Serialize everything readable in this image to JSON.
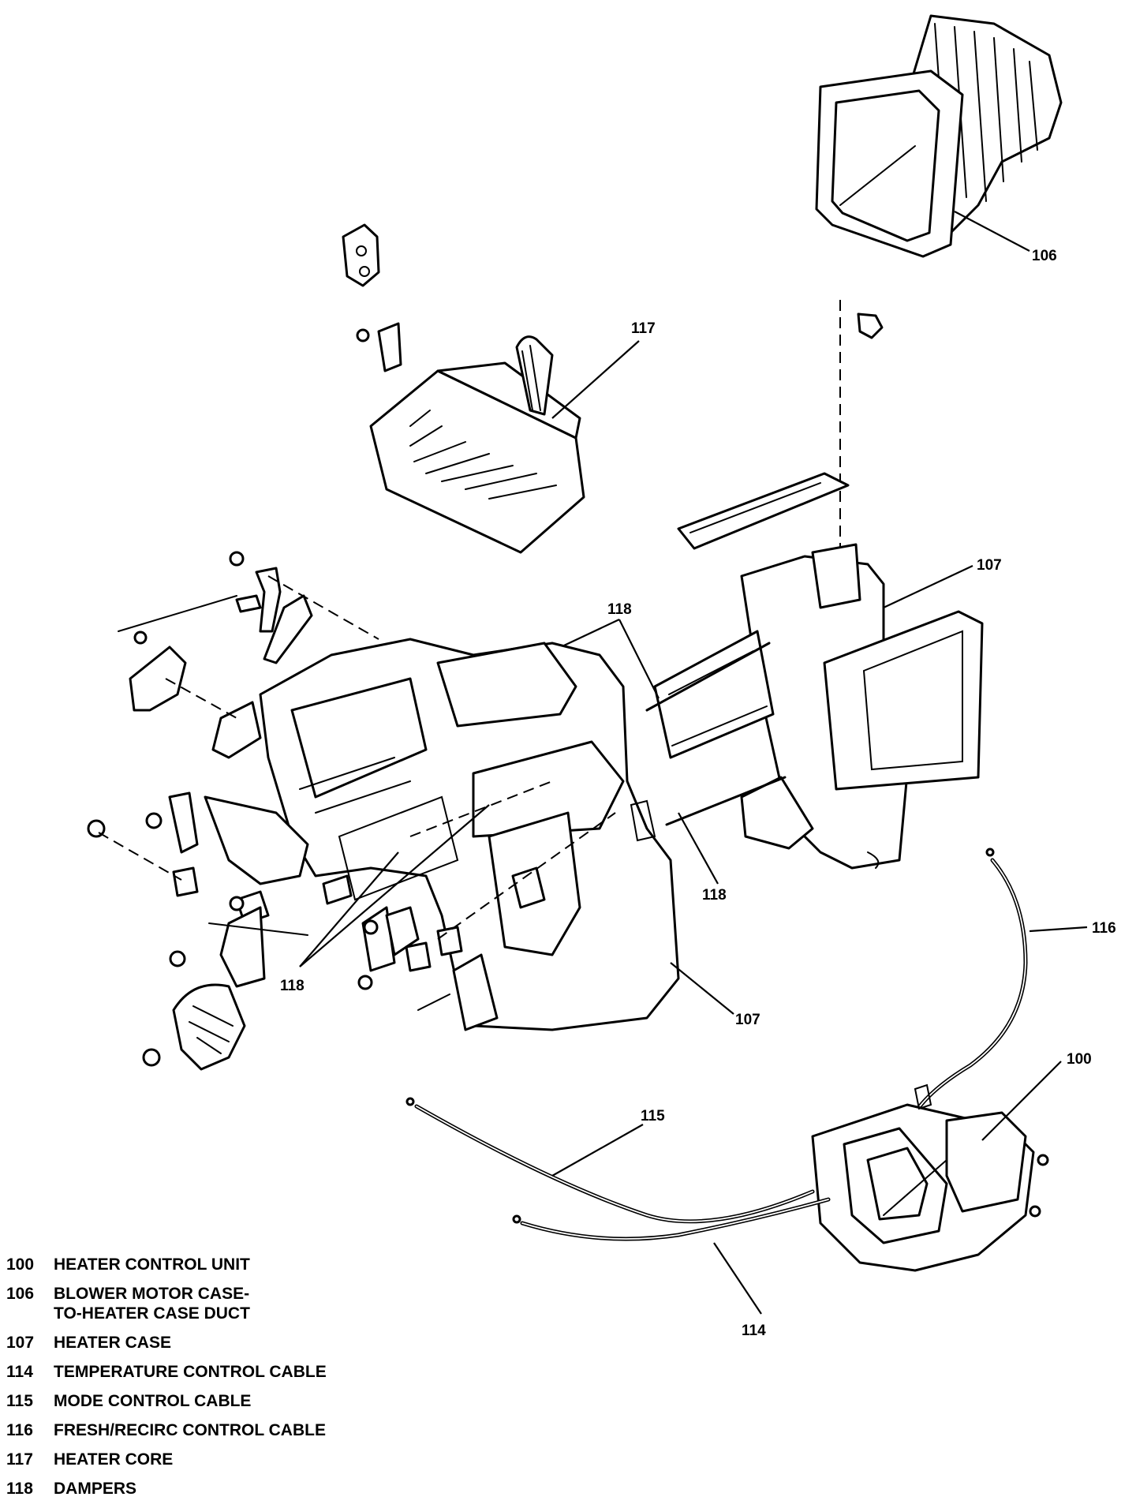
{
  "callouts": {
    "c106": "106",
    "c117": "117",
    "c107a": "107",
    "c107b": "107",
    "c118a": "118",
    "c118b": "118",
    "c118c": "118",
    "c116": "116",
    "c100": "100",
    "c115": "115",
    "c114": "114"
  },
  "legend": [
    {
      "num": "100",
      "label": "HEATER CONTROL UNIT"
    },
    {
      "num": "106",
      "label": "BLOWER MOTOR CASE-\nTO-HEATER CASE DUCT"
    },
    {
      "num": "107",
      "label": "HEATER CASE"
    },
    {
      "num": "114",
      "label": "TEMPERATURE CONTROL CABLE"
    },
    {
      "num": "115",
      "label": "MODE CONTROL CABLE"
    },
    {
      "num": "116",
      "label": "FRESH/RECIRC CONTROL CABLE"
    },
    {
      "num": "117",
      "label": "HEATER CORE"
    },
    {
      "num": "118",
      "label": "DAMPERS"
    }
  ]
}
